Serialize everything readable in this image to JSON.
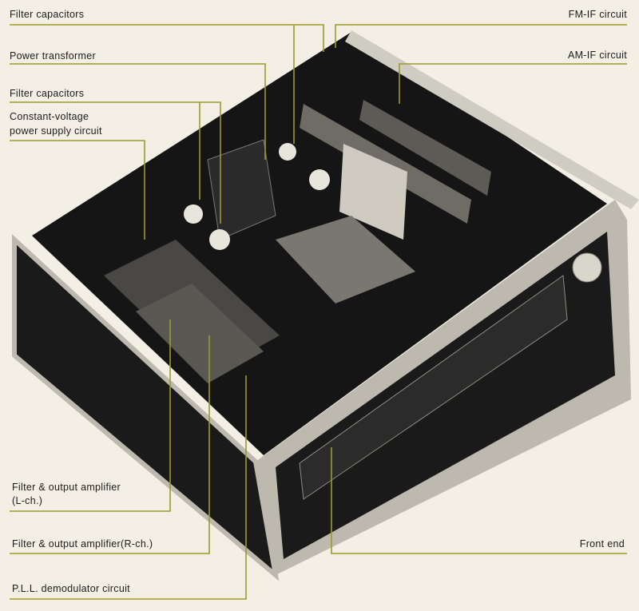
{
  "labels": {
    "filter_capacitors_top": "Filter capacitors",
    "power_transformer": "Power transformer",
    "filter_capacitors_mid": "Filter capacitors",
    "constant_voltage_line1": "Constant-voltage",
    "constant_voltage_line2": "power supply circuit",
    "fm_if": "FM-IF circuit",
    "am_if": "AM-IF circuit",
    "filter_output_l_line1": "Filter & output amplifier",
    "filter_output_l_line2": "(L-ch.)",
    "filter_output_r": "Filter & output amplifier(R-ch.)",
    "pll": "P.L.L. demodulator circuit",
    "front_end": "Front end"
  },
  "colors": {
    "background": "#f3efe4",
    "leader": "#9c9a2c",
    "chassis": "#141414",
    "silver": "#c9c6bd"
  }
}
